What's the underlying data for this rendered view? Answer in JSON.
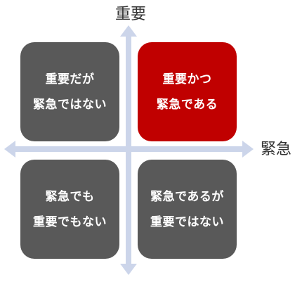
{
  "axes": {
    "vertical_label": "重要",
    "horizontal_label": "緊急",
    "color": "#ccd5ea"
  },
  "quadrants": {
    "top_left": {
      "line1": "重要だが",
      "line2": "緊急ではない",
      "color": "#595959"
    },
    "top_right": {
      "line1": "重要かつ",
      "line2": "緊急である",
      "color": "#c00000"
    },
    "bottom_left": {
      "line1": "緊急でも",
      "line2": "重要でもない",
      "color": "#595959"
    },
    "bottom_right": {
      "line1": "緊急であるが",
      "line2": "重要ではない",
      "color": "#595959"
    }
  }
}
